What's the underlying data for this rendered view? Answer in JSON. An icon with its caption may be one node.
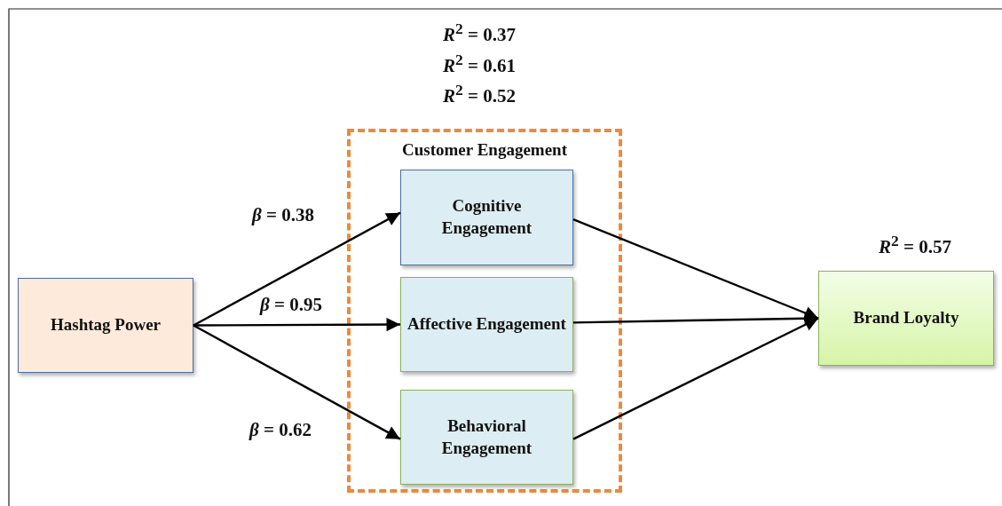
{
  "diagram": {
    "nodes": [
      {
        "text": [
          "Hashtag Power"
        ]
      },
      {
        "text": [
          "Customer Engagement"
        ]
      },
      {
        "text": [
          "Cognitive Engagement"
        ],
        "in": 1
      },
      {
        "text": [
          "Affective Engagement"
        ],
        "in": 1
      },
      {
        "text": [
          "Behavioral Engagement"
        ],
        "in": 1
      },
      {
        "text": [
          "Brand Loyalty"
        ],
        "beside": [
          "*R*$^{2}$ = 0.57"
        ]
      }
    ],
    "edges": [
      {
        "from": 0,
        "to": 2,
        "arrow": "to",
        "label": "*β* = 0.38"
      },
      {
        "from": 0,
        "to": 3,
        "arrow": "to",
        "label": "*β* = 0.95"
      },
      {
        "from": 0,
        "to": 4,
        "arrow": "to",
        "label": "*β* = 0.62"
      },
      {
        "from": 2,
        "to": 5,
        "arrow": "to"
      },
      {
        "from": 3,
        "to": 5,
        "arrow": "to"
      },
      {
        "from": 4,
        "to": 5,
        "arrow": "to"
      }
    ],
    "labels": [
      "*R*$^{2}$ = 0.37",
      "*R*$^{2}$ = 0.61",
      "*R*$^{2}$ = 0.52"
    ]
  }
}
